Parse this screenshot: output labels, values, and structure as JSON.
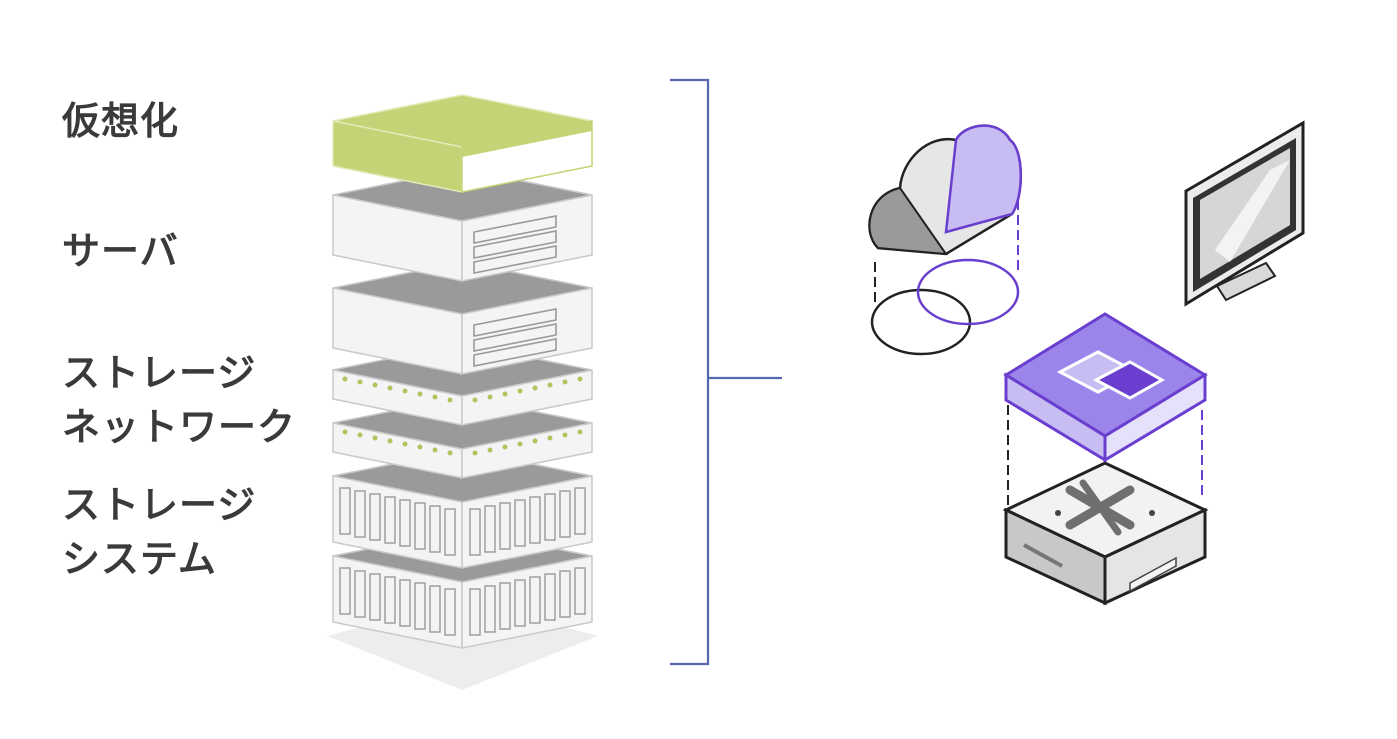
{
  "layers": [
    {
      "label": "仮想化"
    },
    {
      "label": "サーバ"
    },
    {
      "label": "ストレージ\nネットワーク"
    },
    {
      "label": "ストレージ\nシステム"
    }
  ],
  "colors": {
    "virtualization_top": "#c5d377",
    "virtualization_side": "#b3c35e",
    "server_top": "#9a9a9a",
    "bracket": "#5468b0",
    "purple": "#6a3fd0",
    "purple_light": "#c7bdf2",
    "text": "#3a3a3a"
  },
  "icons": [
    "virtualization-layer-icon",
    "server-unit-icon",
    "storage-network-switch-icon",
    "storage-array-icon",
    "bracket-icon",
    "cloud-icon",
    "monitor-icon",
    "hci-node-icon"
  ]
}
